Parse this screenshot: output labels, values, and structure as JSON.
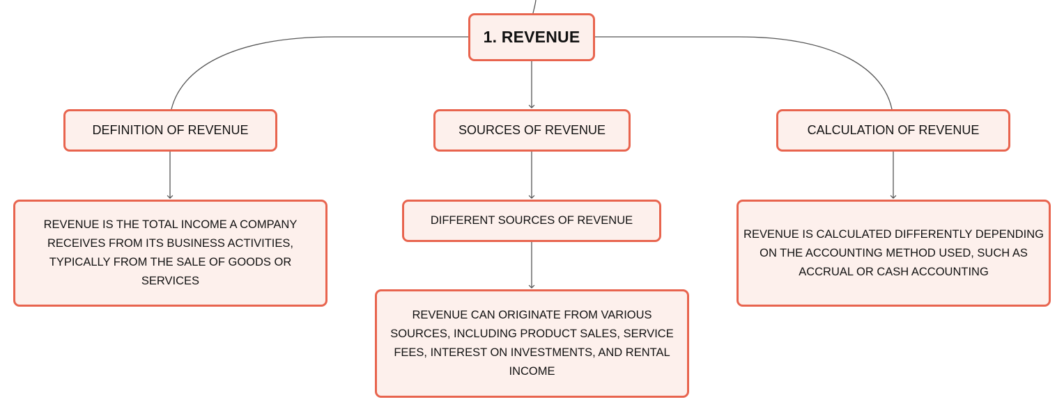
{
  "root": {
    "label": "1. REVENUE"
  },
  "topics": [
    {
      "label": "DEFINITION OF REVENUE",
      "children": [
        {
          "label": "REVENUE IS THE TOTAL INCOME A COMPANY RECEIVES FROM ITS BUSINESS ACTIVITIES, TYPICALLY FROM THE SALE OF GOODS OR SERVICES"
        }
      ]
    },
    {
      "label": "SOURCES OF REVENUE",
      "children": [
        {
          "label": "DIFFERENT SOURCES OF REVENUE",
          "children": [
            {
              "label": "REVENUE CAN ORIGINATE FROM VARIOUS SOURCES, INCLUDING PRODUCT SALES, SERVICE FEES, INTEREST ON INVESTMENTS, AND RENTAL INCOME"
            }
          ]
        }
      ]
    },
    {
      "label": "CALCULATION OF REVENUE",
      "children": [
        {
          "label": "REVENUE IS CALCULATED DIFFERENTLY DEPENDING ON THE ACCOUNTING METHOD USED, SUCH AS ACCRUAL OR CASH ACCOUNTING"
        }
      ]
    }
  ],
  "colors": {
    "node_fill": "#fdf0ec",
    "node_border": "#e8644e",
    "connector": "#555555",
    "text": "#111111"
  }
}
